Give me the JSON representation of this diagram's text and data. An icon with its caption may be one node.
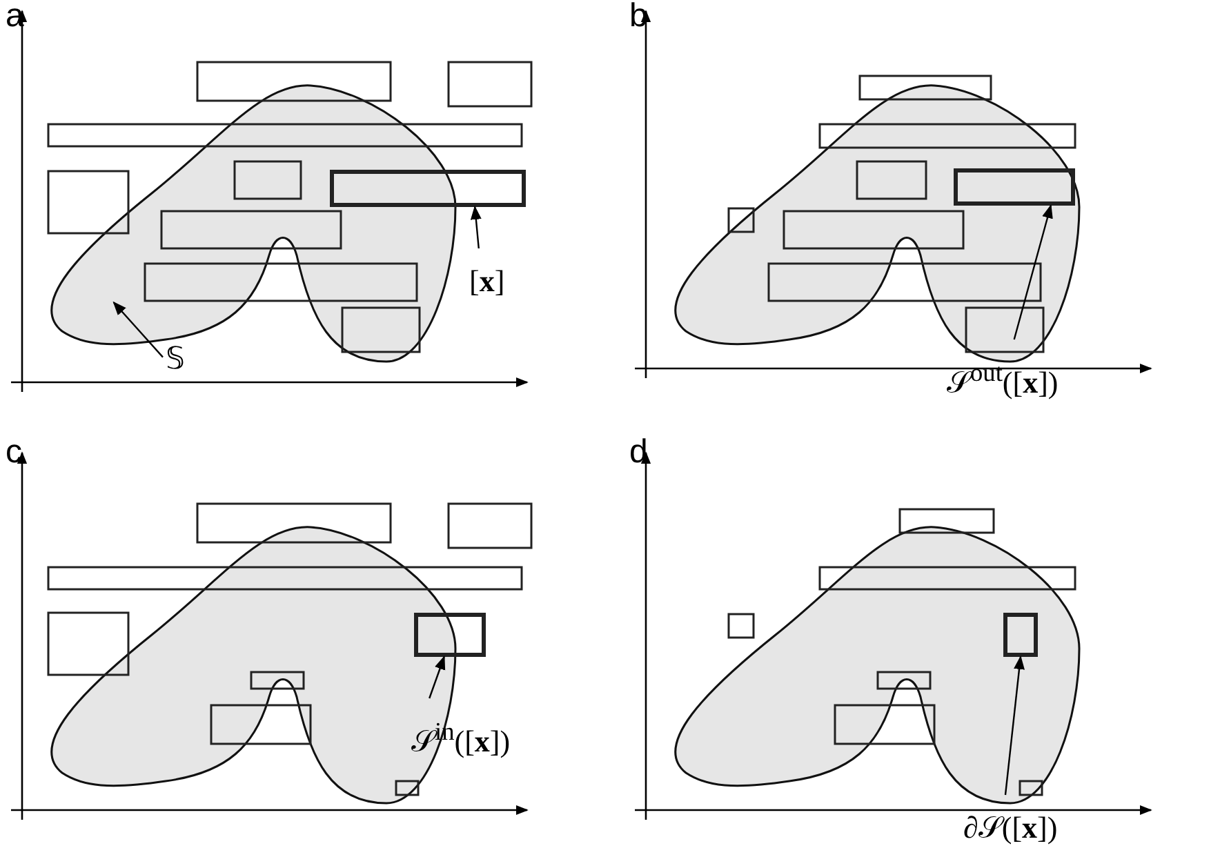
{
  "diagram": {
    "nodes": [
      {
        "text": [
          "[**x**]"
        ]
      },
      {
        "text": [],
        "shape": "box"
      },
      {
        "text": [
          "𝕊"
        ]
      },
      {
        "text": [],
        "shape": "blob"
      },
      {
        "text": [
          "𝒮$^{out}$([**x**])"
        ]
      },
      {
        "text": [],
        "shape": "box"
      },
      {
        "text": [
          "𝒮$^{in}$([**x**])"
        ]
      },
      {
        "text": [],
        "shape": "box"
      },
      {
        "text": [
          "∂𝒮([**x**])"
        ]
      },
      {
        "text": [],
        "shape": "box"
      }
    ],
    "edges": [
      {
        "from": 0,
        "to": 1,
        "arrow": "to"
      },
      {
        "from": 2,
        "to": 3,
        "arrow": "to"
      },
      {
        "from": 4,
        "to": 5,
        "arrow": "to"
      },
      {
        "from": 6,
        "to": 7,
        "arrow": "to"
      },
      {
        "from": 8,
        "to": 9,
        "arrow": "to"
      }
    ],
    "labels": [
      "a",
      "b",
      "c",
      "d"
    ]
  }
}
